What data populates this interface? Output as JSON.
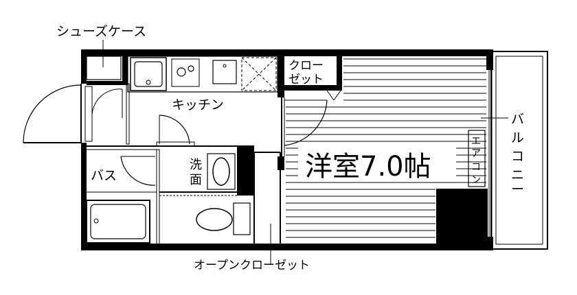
{
  "labels": {
    "shoe_case": "シューズケース",
    "kitchen": "キッチン",
    "closet_line1": "クロー",
    "closet_line2": "ゼット",
    "balcony": [
      "バ",
      "ル",
      "コ",
      "ニ",
      "ー"
    ],
    "aircon": [
      "エ",
      "ア",
      "コ",
      "ン"
    ],
    "western_room": "洋室7.0帖",
    "washroom": [
      "洗",
      "面"
    ],
    "bath": "バス",
    "open_closet": "オープンクローゼット"
  }
}
